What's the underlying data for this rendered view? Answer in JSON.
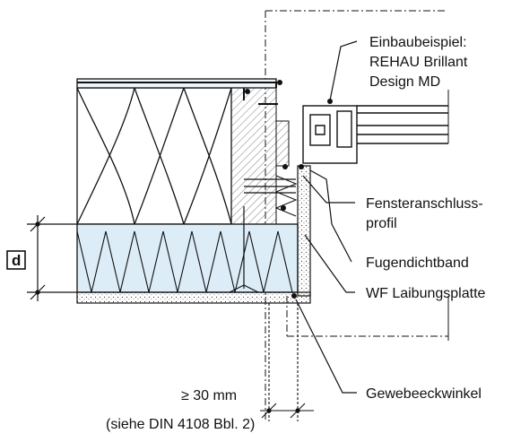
{
  "labels": {
    "example_line1": "Einbaubeispiel:",
    "example_line2": "REHAU Brillant",
    "example_line3": "Design MD",
    "profile_line1": "Fensteranschluss-",
    "profile_line2": "profil",
    "tape": "Fugendichtband",
    "reveal_board": "WF Laibungsplatte",
    "mesh_angle": "Gewebeeckwinkel",
    "dimension_d": "d",
    "min_gap": "≥ 30 mm",
    "norm_ref": "(siehe DIN 4108 Bbl. 2)"
  },
  "colors": {
    "line": "#111111",
    "insulation_fill": "#dcedf8",
    "plaster_fill": "#ffffff",
    "masonry_hatch": "#444444"
  }
}
